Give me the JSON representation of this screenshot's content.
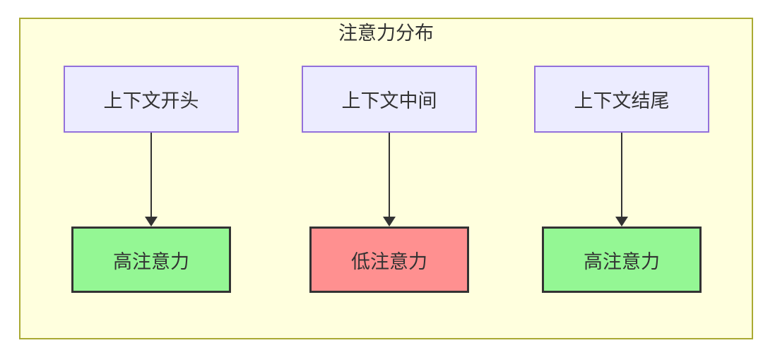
{
  "diagram": {
    "type": "flowchart",
    "title": "注意力分布",
    "columns": [
      {
        "source": "上下文开头",
        "result": "高注意力",
        "result_level": "high"
      },
      {
        "source": "上下文中间",
        "result": "低注意力",
        "result_level": "low"
      },
      {
        "source": "上下文结尾",
        "result": "高注意力",
        "result_level": "high"
      }
    ],
    "colors": {
      "cluster_fill": "#ffffde",
      "cluster_border": "#aaaa33",
      "source_node_fill": "#ececff",
      "source_node_border": "#9370db",
      "high_attention_fill": "#94f794",
      "low_attention_fill": "#ff9090",
      "result_node_border": "#333333",
      "arrow": "#333333",
      "text": "#333333"
    },
    "icons": {
      "connector": "arrow-down-icon"
    }
  }
}
